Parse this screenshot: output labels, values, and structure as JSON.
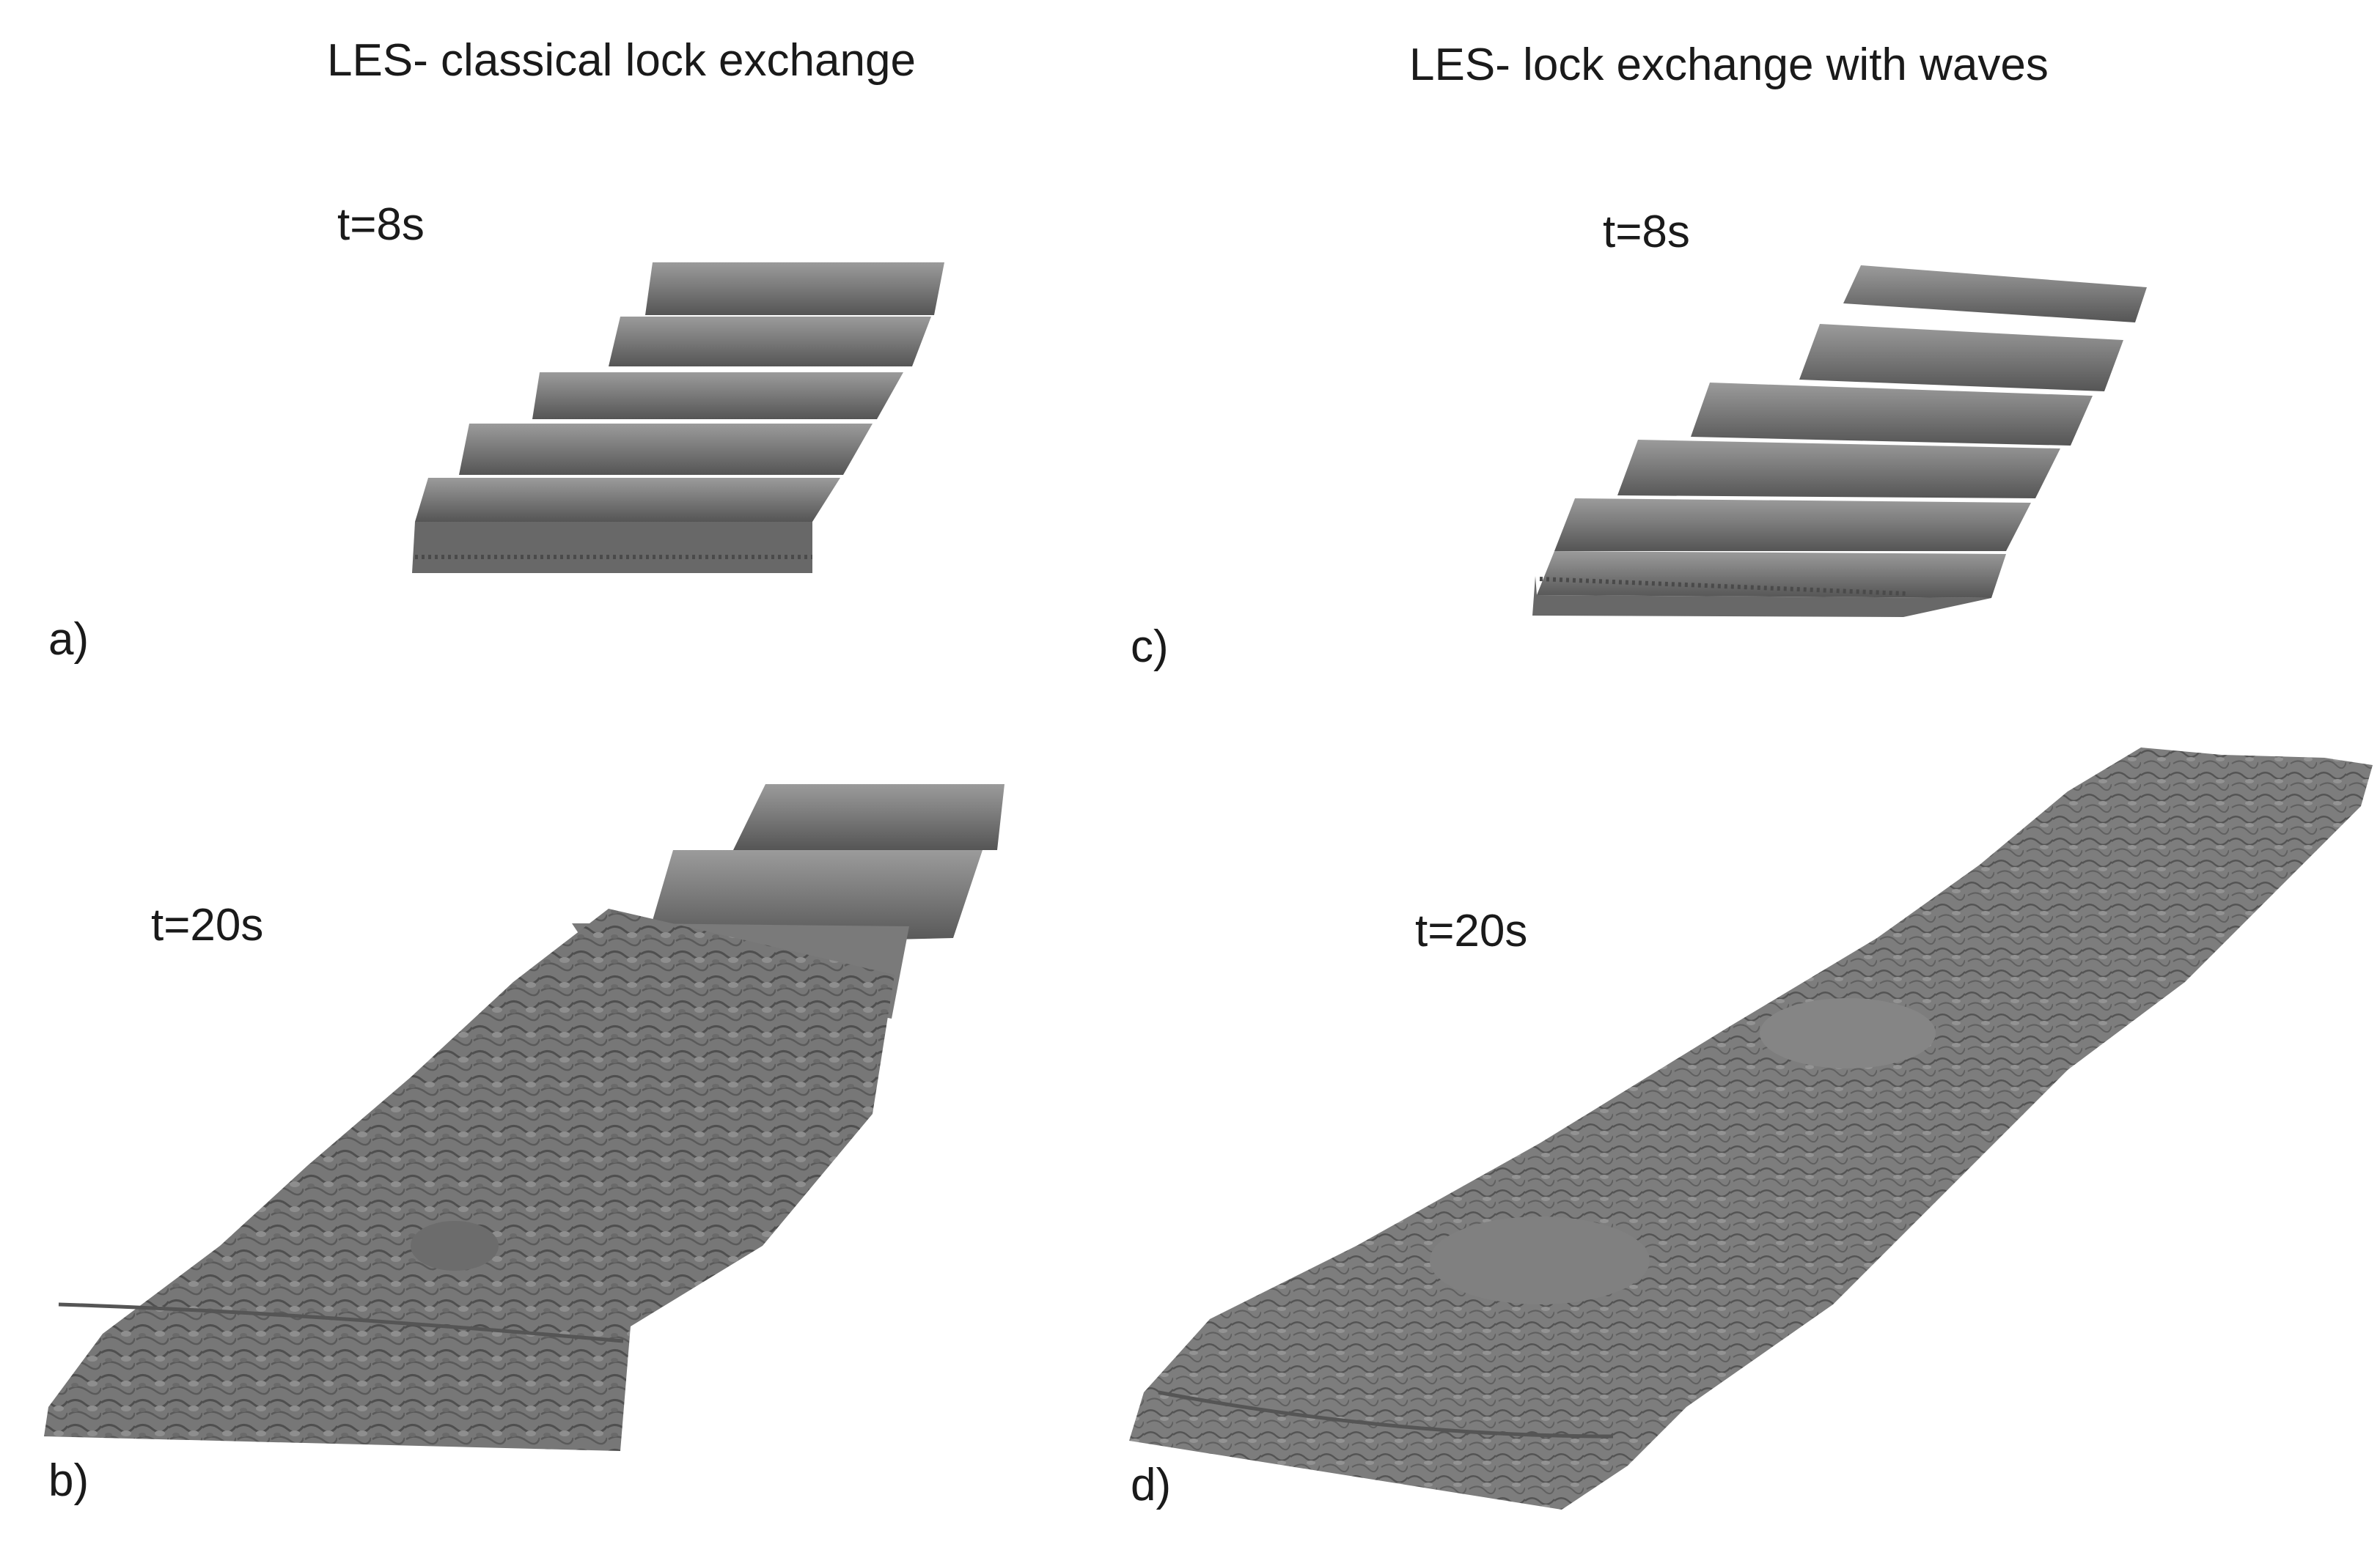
{
  "figure": {
    "column_titles": {
      "left": "LES- classical lock exchange",
      "right": "LES- lock exchange with waves"
    },
    "panels": [
      {
        "id": "a)",
        "time": "t=8s"
      },
      {
        "id": "b)",
        "time": "t=20s"
      },
      {
        "id": "c)",
        "time": "t=8s"
      },
      {
        "id": "d)",
        "time": "t=20s"
      }
    ],
    "colors": {
      "surface": "#7a7a7a",
      "surface_dark": "#5a5a5a",
      "surface_light": "#9a9a9a",
      "background": "#ffffff",
      "text": "#1a1a1a"
    }
  }
}
